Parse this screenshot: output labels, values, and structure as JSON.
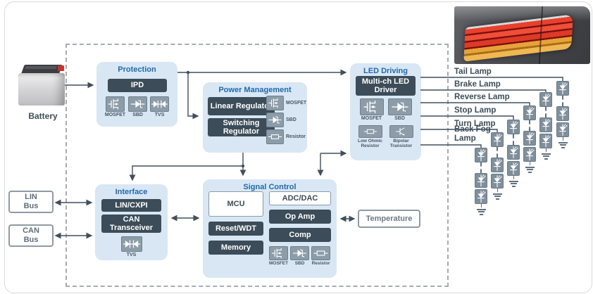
{
  "colors": {
    "accent_blue": "#1e6ab0",
    "chip_dark": "#3c4d59",
    "block_bg": "#d9e6f4",
    "icon_box_gray": "#8d9ca9",
    "wire": "#3f4f5b"
  },
  "battery": {
    "label": "Battery"
  },
  "buses": [
    {
      "line1": "LIN",
      "line2": "Bus"
    },
    {
      "line1": "CAN",
      "line2": "Bus"
    }
  ],
  "blocks": {
    "protection": {
      "title": "Protection",
      "chip": "IPD",
      "icons": [
        {
          "icon": "mosfet",
          "label": "MOSFET"
        },
        {
          "icon": "sbd",
          "label": "SBD"
        },
        {
          "icon": "tvs",
          "label": "TVS"
        }
      ]
    },
    "power_management": {
      "title": "Power Management",
      "chips": [
        "Linear Regulator",
        "Switching Regulator"
      ],
      "icons": [
        {
          "icon": "mosfet",
          "label": "MOSFET"
        },
        {
          "icon": "sbd",
          "label": "SBD"
        },
        {
          "icon": "resistor",
          "label": "Resistor"
        }
      ]
    },
    "led_driving": {
      "title": "LED Driving",
      "chip": "Multi-ch LED Driver",
      "icons": [
        {
          "icon": "mosfet",
          "label": "MOSFET"
        },
        {
          "icon": "sbd",
          "label": "SBD"
        },
        {
          "icon": "resistor",
          "label": "Low Ohmic Resistor"
        },
        {
          "icon": "bjt",
          "label": "Bipolar Transistor"
        }
      ]
    },
    "interface": {
      "title": "Interface",
      "chips": [
        "LIN/CXPI",
        "CAN Transceiver"
      ],
      "icons": [
        {
          "icon": "tvs",
          "label": "TVS"
        }
      ]
    },
    "signal_control": {
      "title": "Signal Control",
      "col1": [
        {
          "text": "MCU",
          "white": true
        },
        {
          "text": "Reset/WDT"
        },
        {
          "text": "Memory"
        }
      ],
      "col2": [
        {
          "text": "ADC/DAC",
          "white": true
        },
        {
          "text": "Op Amp"
        },
        {
          "text": "Comp"
        }
      ],
      "icons": [
        {
          "icon": "mosfet",
          "label": "MOSFET"
        },
        {
          "icon": "sbd",
          "label": "SBD"
        },
        {
          "icon": "resistor",
          "label": "Resistor"
        }
      ]
    }
  },
  "temperature": {
    "label": "Temperature"
  },
  "lamps": [
    {
      "label": "Tail Lamp"
    },
    {
      "label": "Brake Lamp"
    },
    {
      "label": "Reverse Lamp"
    },
    {
      "label": "Stop Lamp"
    },
    {
      "label": "Turn Lamp"
    },
    {
      "label": "Back Fog Lamp"
    }
  ]
}
